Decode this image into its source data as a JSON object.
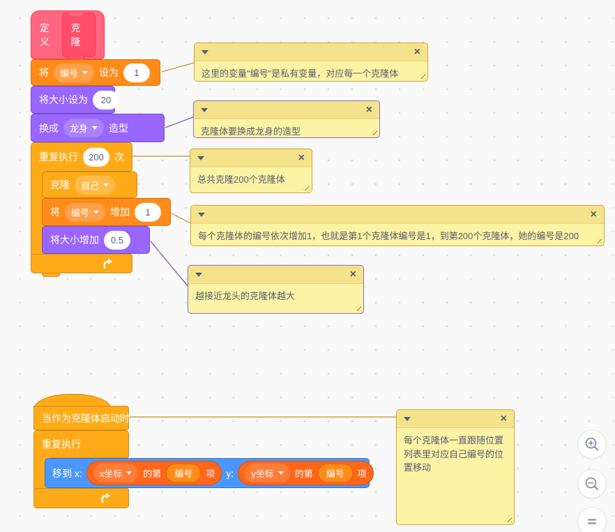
{
  "workspace": {
    "blocks": {
      "define_hat": {
        "keyword": "定义",
        "name": "克隆"
      },
      "set_variable": {
        "prefix": "将",
        "variable": "编号",
        "suffix": "设为",
        "value": "1"
      },
      "set_size": {
        "label": "将大小设为",
        "value": "20"
      },
      "switch_costume": {
        "prefix": "换成",
        "costume": "龙身",
        "suffix": "造型"
      },
      "repeat": {
        "prefix": "重复执行",
        "times": "200",
        "suffix": "次"
      },
      "clone": {
        "prefix": "克隆",
        "target": "自己"
      },
      "change_variable": {
        "prefix": "将",
        "variable": "编号",
        "suffix": "增加",
        "value": "1"
      },
      "change_size": {
        "label": "将大小增加",
        "value": "0.5"
      },
      "when_clone_start": {
        "label": "当作为克隆体启动时"
      },
      "forever": {
        "label": "重复执行"
      },
      "goto_xy": {
        "prefix_x": "移到 x:",
        "prefix_y": "y:",
        "x_list": "x坐标",
        "y_list": "y坐标",
        "item_of": "的第",
        "index_var": "编号",
        "item_suffix": "项"
      }
    },
    "comments": {
      "c1": {
        "text": "这里的变量\"编号\"是私有变量，对应每一个克隆体"
      },
      "c2": {
        "text": "克隆体要换成龙身的造型"
      },
      "c3": {
        "text": "总共克隆200个克隆体"
      },
      "c4": {
        "text": "每个克隆体的编号依次增加1，也就是第1个克隆体编号是1，到第200个克隆体，她的编号是200"
      },
      "c5": {
        "text": "越接近龙头的克隆体越大"
      },
      "c6": {
        "text": "每个克隆体一直跟随位置列表里对应自己编号的位置移动"
      }
    },
    "icons": {
      "close": "×"
    }
  }
}
